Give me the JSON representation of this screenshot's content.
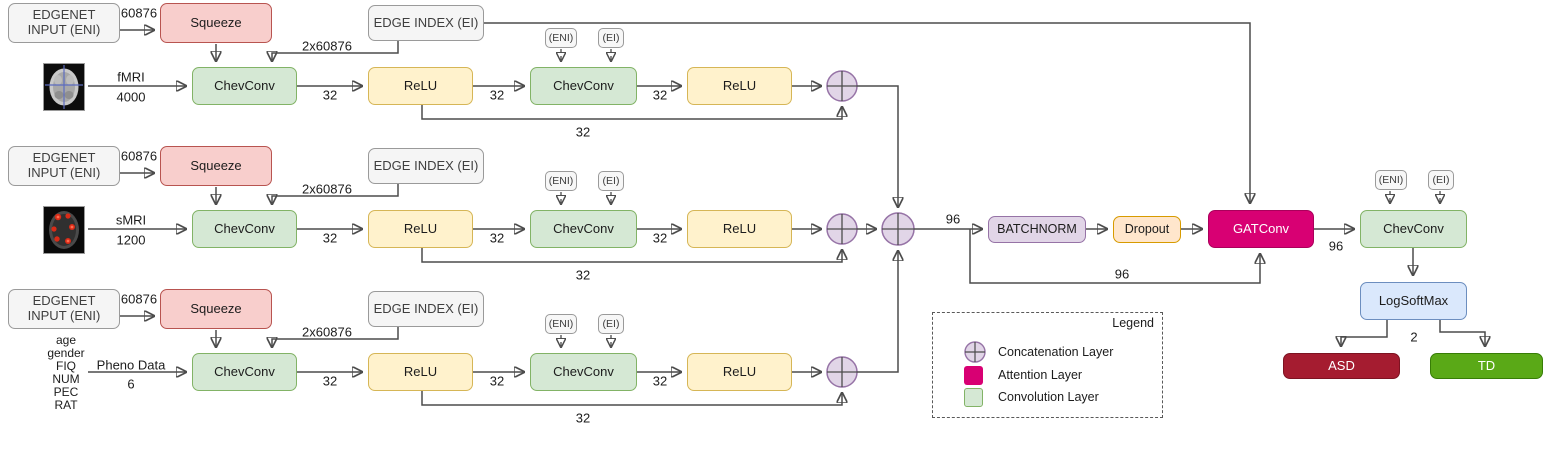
{
  "palette": {
    "attention_layer": "#d80073",
    "convolution_layer_fill": "#d5e8d4",
    "convolution_layer_border": "#82b366",
    "concatenation_layer_fill": "#e1d5e7",
    "concatenation_layer_border": "#9673a6",
    "relu_fill": "#fff2cc",
    "squeeze_fill": "#f8cecc",
    "dropout_fill": "#ffe6cc",
    "logsoftmax_fill": "#dae8fc",
    "asd_fill": "#a51c30",
    "td_fill": "#5aa917"
  },
  "branches": [
    {
      "edgenet_input": "EDGENET\nINPUT (ENI)",
      "edgenet_dim": "60876",
      "squeeze": "Squeeze",
      "edge_index": "EDGE INDEX (EI)",
      "edge_index_dim": "2x60876",
      "input_label": "fMRI",
      "input_dim": "4000",
      "chevconv1": "ChevConv",
      "dim1": "32",
      "relu1": "ReLU",
      "dim2": "32",
      "chevconv2": "ChevConv",
      "dim3": "32",
      "relu2": "ReLU",
      "skip_dim": "32",
      "eni_chip": "(ENI)",
      "ei_chip": "(EI)"
    },
    {
      "edgenet_input": "EDGENET\nINPUT (ENI)",
      "edgenet_dim": "60876",
      "squeeze": "Squeeze",
      "edge_index": "EDGE INDEX (EI)",
      "edge_index_dim": "2x60876",
      "input_label": "sMRI",
      "input_dim": "1200",
      "chevconv1": "ChevConv",
      "dim1": "32",
      "relu1": "ReLU",
      "dim2": "32",
      "chevconv2": "ChevConv",
      "dim3": "32",
      "relu2": "ReLU",
      "skip_dim": "32",
      "eni_chip": "(ENI)",
      "ei_chip": "(EI)"
    },
    {
      "edgenet_input": "EDGENET\nINPUT (ENI)",
      "edgenet_dim": "60876",
      "squeeze": "Squeeze",
      "edge_index": "EDGE INDEX (EI)",
      "edge_index_dim": "2x60876",
      "input_label": "Pheno Data",
      "input_dim": "6",
      "pheno_features": [
        "age",
        "gender",
        "FIQ",
        "NUM",
        "PEC",
        "RAT"
      ],
      "chevconv1": "ChevConv",
      "dim1": "32",
      "relu1": "ReLU",
      "dim2": "32",
      "chevconv2": "ChevConv",
      "dim3": "32",
      "relu2": "ReLU",
      "skip_dim": "32",
      "eni_chip": "(ENI)",
      "ei_chip": "(EI)"
    }
  ],
  "fusion": {
    "concat_dim": "96",
    "batchnorm": "BATCHNORM",
    "dropout": "Dropout",
    "gatconv": "GATConv",
    "residual_dim": "96",
    "gat_out_dim": "96"
  },
  "head": {
    "eni_chip": "(ENI)",
    "ei_chip": "(EI)",
    "chevconv": "ChevConv",
    "logsoftmax": "LogSoftMax",
    "out_dim": "2",
    "class_asd": "ASD",
    "class_td": "TD"
  },
  "legend": {
    "title": "Legend",
    "items": [
      {
        "label": "Concatenation Layer"
      },
      {
        "label": "Attention Layer"
      },
      {
        "label": "Convolution Layer"
      }
    ]
  }
}
